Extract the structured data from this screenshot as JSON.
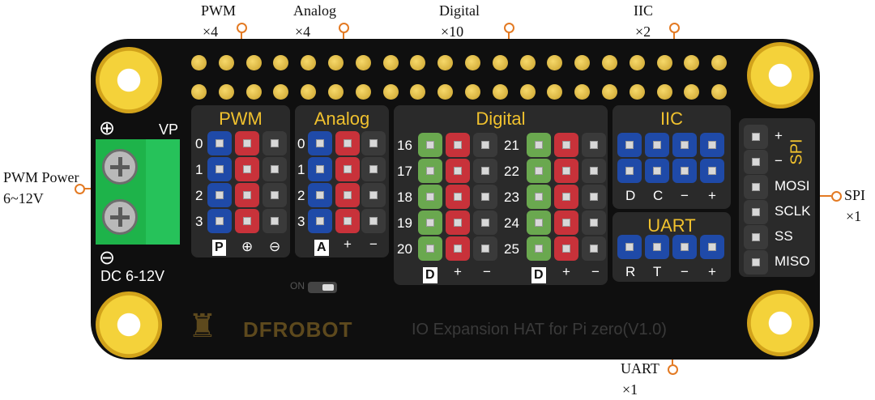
{
  "callouts": {
    "pwm": {
      "name": "PWM",
      "count": "×4"
    },
    "analog": {
      "name": "Analog",
      "count": "×4"
    },
    "digital": {
      "name": "Digital",
      "count": "×10"
    },
    "iic": {
      "name": "IIC",
      "count": "×2"
    },
    "pwm_power": {
      "name": "PWM Power",
      "range": "6~12V"
    },
    "spi": {
      "name": "SPI",
      "count": "×1"
    },
    "uart": {
      "name": "UART",
      "count": "×1"
    }
  },
  "board": {
    "vp": "VP",
    "plus_symbol": "⊕",
    "minus_symbol": "⊖",
    "dc": "DC 6-12V",
    "brand": "DFROBOT",
    "title": "IO Expansion HAT for Pi zero(V1.0)",
    "switch_label": "ON"
  },
  "pwm_panel": {
    "title": "PWM",
    "rows": [
      "0",
      "1",
      "2",
      "3"
    ],
    "col_labels": [
      "P",
      "⊕",
      "⊖"
    ]
  },
  "analog_panel": {
    "title": "Analog",
    "rows": [
      "0",
      "1",
      "2",
      "3"
    ],
    "col_labels": [
      "A",
      "+",
      "−"
    ]
  },
  "digital_panel": {
    "title": "Digital",
    "left_rows": [
      "16",
      "17",
      "18",
      "19",
      "20"
    ],
    "right_rows": [
      "21",
      "22",
      "23",
      "24",
      "25"
    ],
    "col_labels": [
      "D",
      "+",
      "−"
    ]
  },
  "iic_panel": {
    "title": "IIC",
    "col_labels": [
      "D",
      "C",
      "−",
      "+"
    ]
  },
  "uart_panel": {
    "title": "UART",
    "col_labels": [
      "R",
      "T",
      "−",
      "+"
    ]
  },
  "spi_panel": {
    "title": "SPI",
    "pins": [
      "+",
      "−",
      "MOSI",
      "SCLK",
      "SS",
      "MISO"
    ]
  },
  "colors": {
    "board": "#0f0f0f",
    "gold": "#f0c12e",
    "blue": "#1f4aa8",
    "red": "#c8323a",
    "green": "#6aa84f",
    "terminal": "#1eb34a",
    "callout": "#e37a23"
  }
}
